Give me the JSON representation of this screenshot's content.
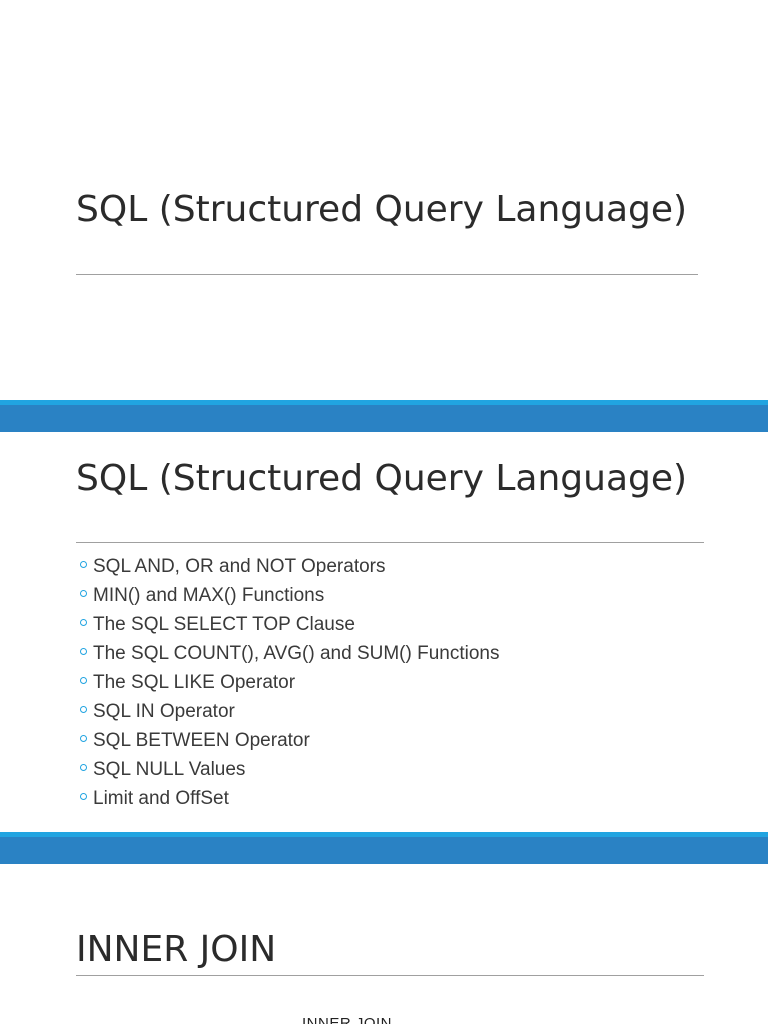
{
  "slides": [
    {
      "title": "SQL (Structured Query Language)"
    },
    {
      "title": "SQL (Structured Query Language)",
      "bullet_icon": "circle-bullet-icon",
      "bullets": [
        "SQL AND, OR and NOT Operators",
        "MIN() and MAX() Functions",
        "The SQL SELECT TOP Clause",
        "The SQL COUNT(), AVG() and SUM() Functions",
        "The SQL LIKE Operator",
        "SQL IN Operator",
        "SQL BETWEEN Operator",
        "SQL NULL Values",
        "Limit and OffSet"
      ]
    },
    {
      "title": "INNER JOIN",
      "diagram_caption": "INNER JOIN"
    }
  ],
  "colors": {
    "separator_band": "#2a82c4",
    "separator_highlight": "#21a4e1",
    "title_text": "#2b2b2b",
    "rule": "#a0a0a0"
  }
}
